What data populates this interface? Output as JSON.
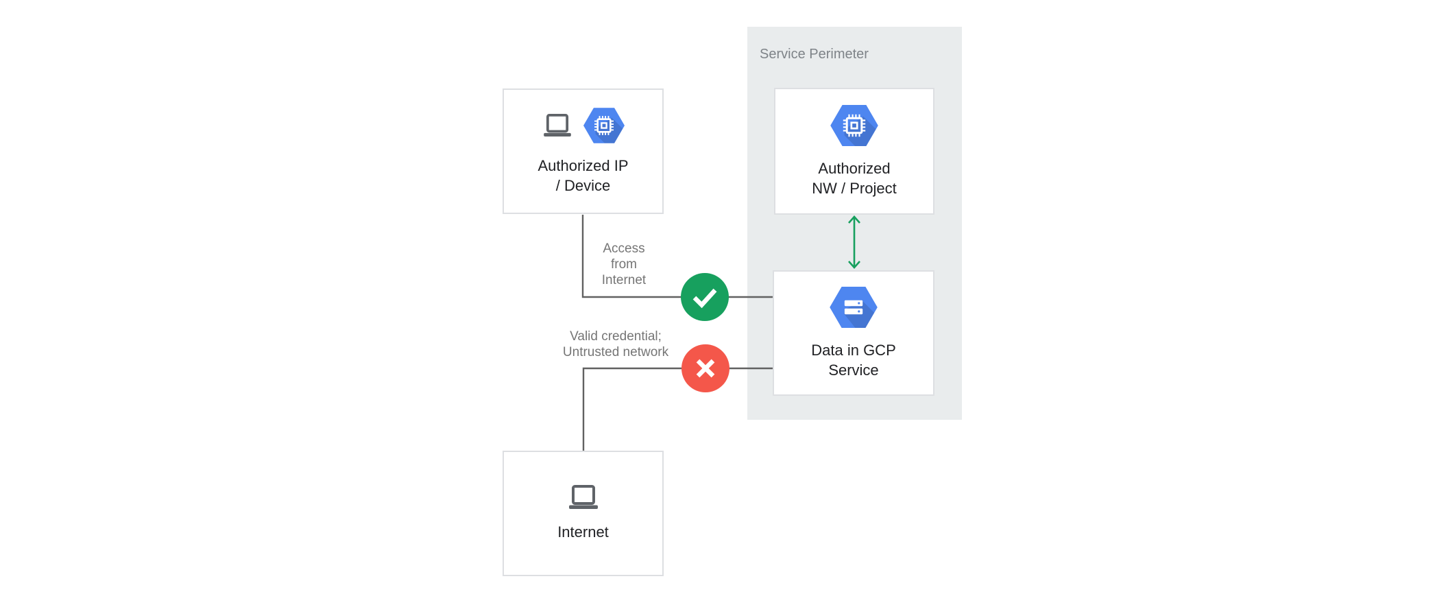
{
  "perimeter": {
    "label": "Service Perimeter",
    "bg_color": "#e9eced"
  },
  "nodes": [
    {
      "id": "authorized-ip-device",
      "label": "Authorized IP\n/ Device",
      "icons": [
        "laptop-icon",
        "compute-engine-hexagon-icon"
      ]
    },
    {
      "id": "authorized-nw-project",
      "label": "Authorized\nNW / Project",
      "icons": [
        "compute-engine-hexagon-icon"
      ]
    },
    {
      "id": "data-in-gcp-service",
      "label": "Data in GCP\nService",
      "icons": [
        "cloud-storage-hexagon-icon"
      ]
    },
    {
      "id": "internet",
      "label": "Internet",
      "icons": [
        "laptop-icon"
      ]
    }
  ],
  "edges": [
    {
      "from": "authorized-ip-device",
      "to": "data-in-gcp-service",
      "label": "Access\nfrom\nInternet",
      "status": "allowed",
      "status_icon": "check-icon"
    },
    {
      "from": "internet",
      "to": "data-in-gcp-service",
      "label": "Valid credential;\nUntrusted network",
      "status": "denied",
      "status_icon": "cross-icon"
    },
    {
      "from": "authorized-nw-project",
      "to": "data-in-gcp-service",
      "label": "",
      "status": "allowed",
      "status_icon": "double-arrow-icon"
    }
  ],
  "colors": {
    "hexagon_blue": "#4e86f0",
    "allowed_green": "#17a05e",
    "denied_red": "#f4574a",
    "perimeter_bg": "#e9eced",
    "connector_gray": "#616161",
    "edge_label_gray": "#757575",
    "node_text": "#202124",
    "node_border": "#dddfe2",
    "laptop_gray": "#5f6368"
  }
}
